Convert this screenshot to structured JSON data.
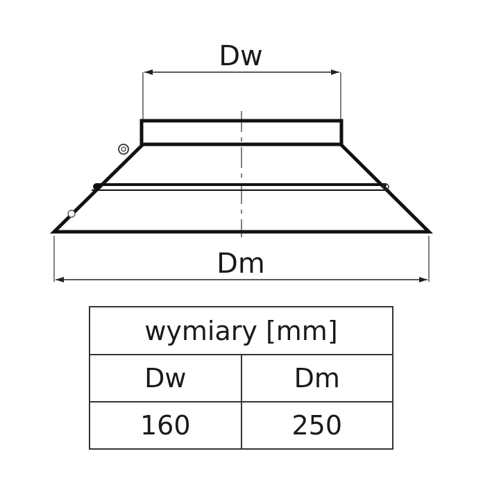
{
  "drawing": {
    "top_dimension_label": "Dw",
    "bottom_dimension_label": "Dm"
  },
  "table": {
    "title": "wymiary [mm]",
    "headers": [
      "Dw",
      "Dm"
    ],
    "values": [
      "160",
      "250"
    ]
  },
  "colors": {
    "line": "#111111",
    "thin_line": "#555555",
    "text": "#1a1a1a"
  }
}
